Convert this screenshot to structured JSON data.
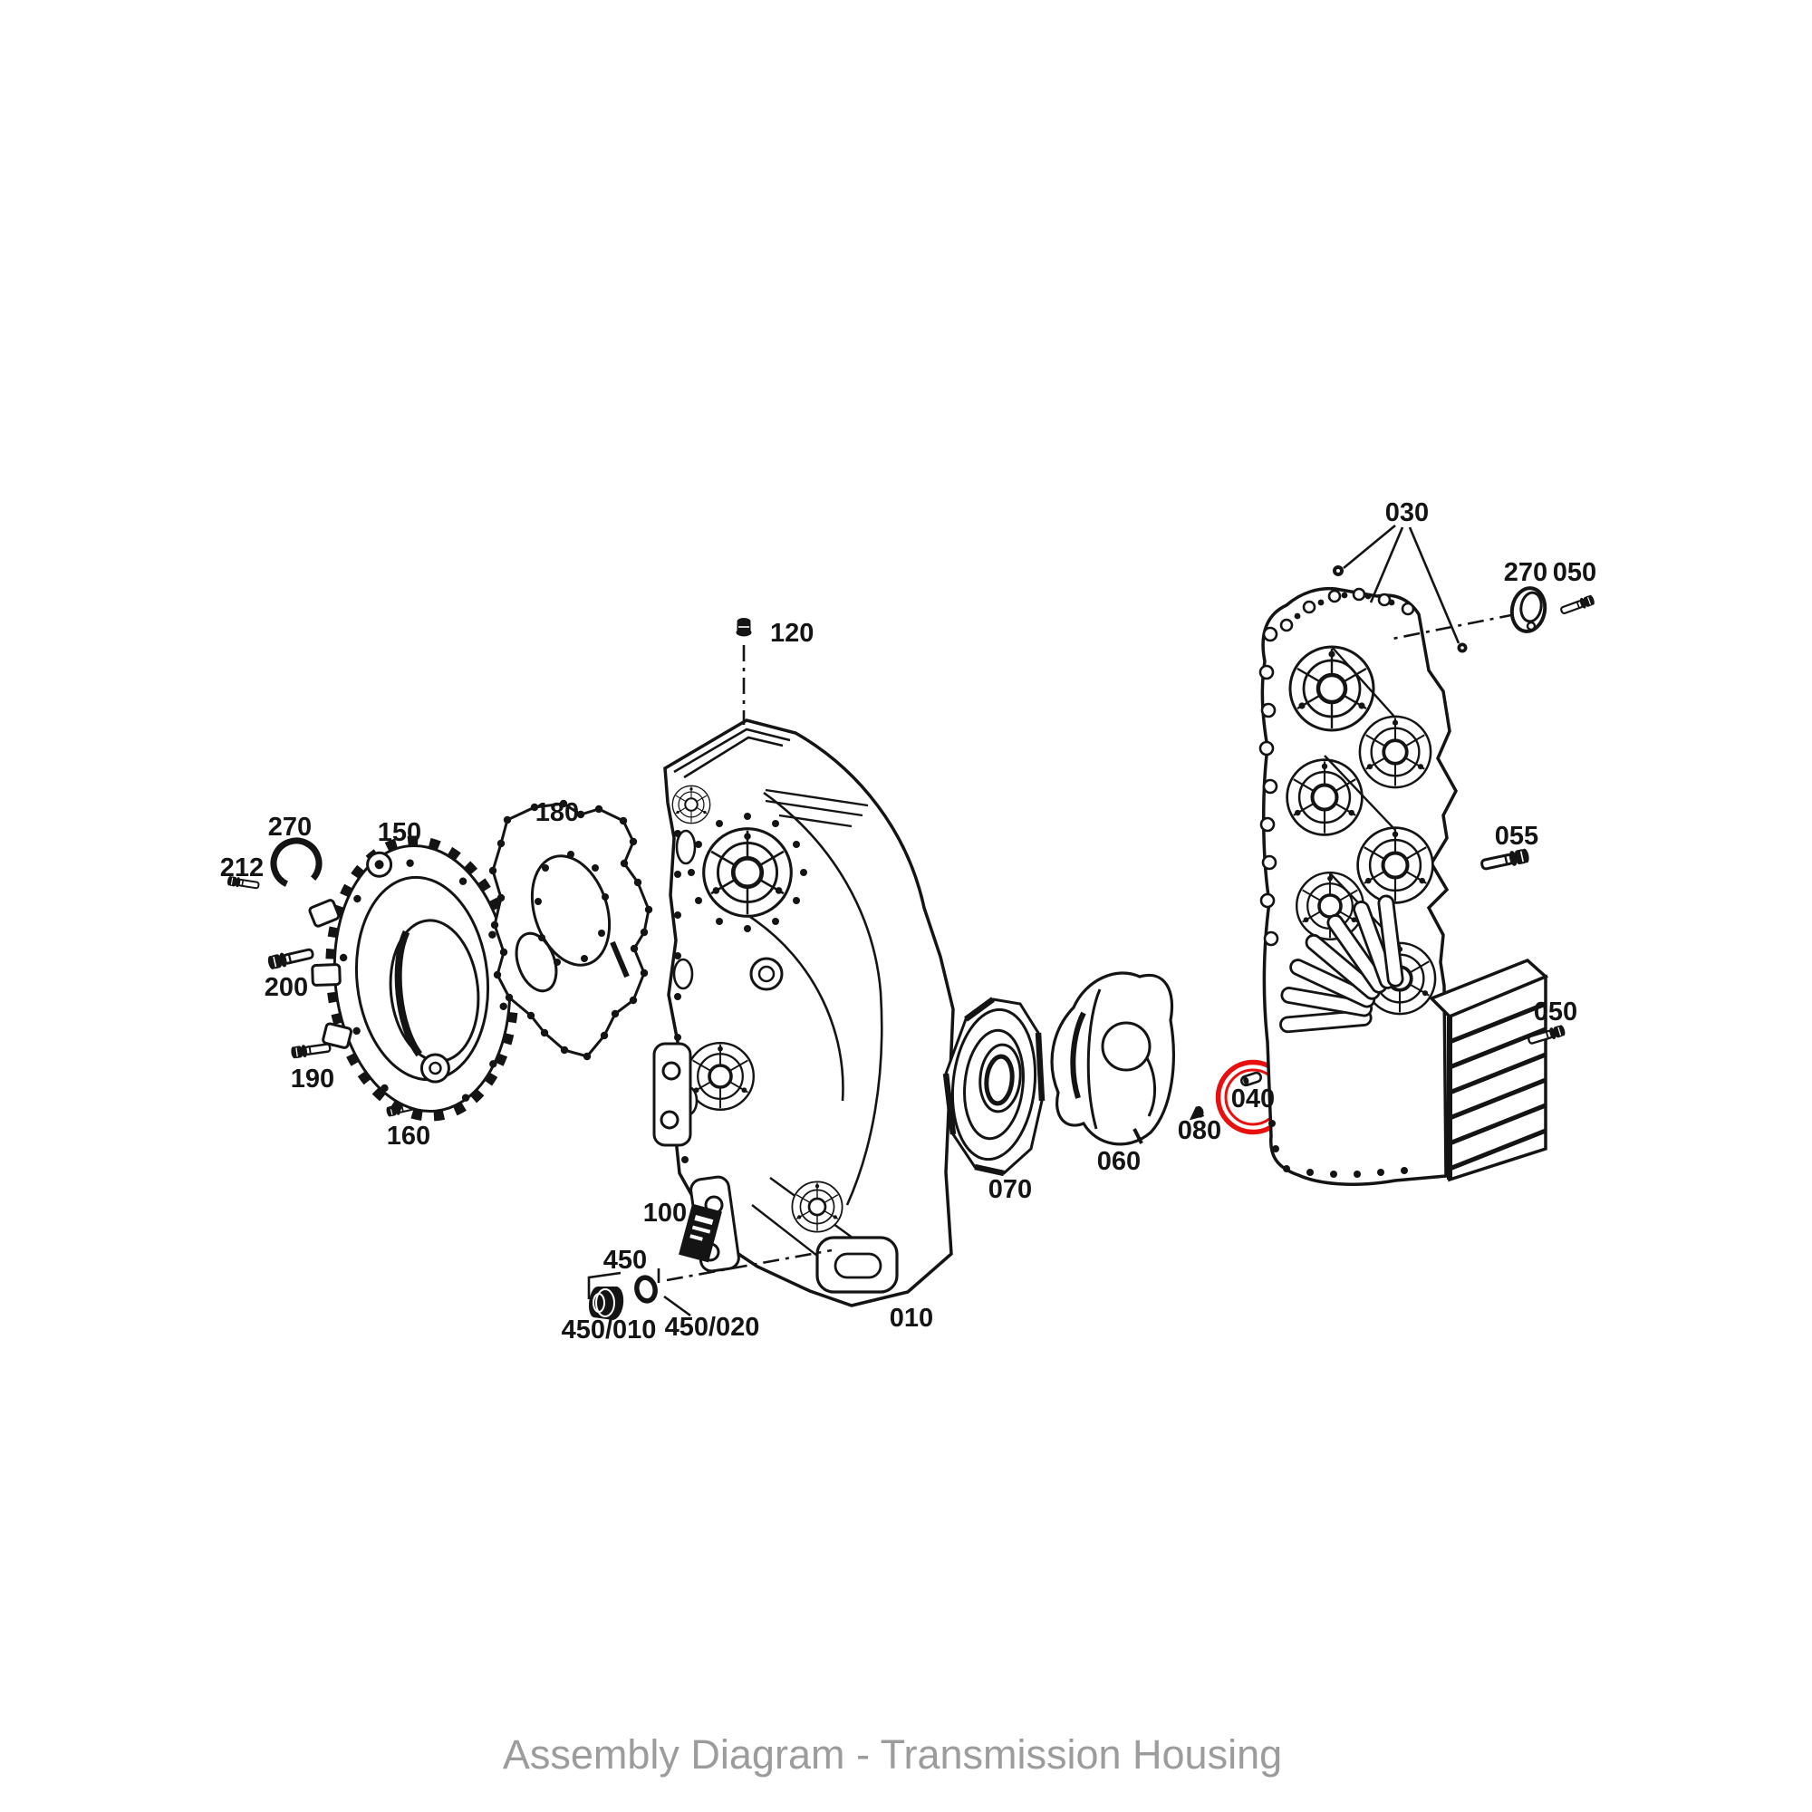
{
  "caption": "Assembly Diagram - Transmission Housing",
  "colors": {
    "line": "#141414",
    "highlight_red": "#e8100f",
    "caption_gray": "#9c9c9c",
    "background": "#ffffff"
  },
  "labels": {
    "l120": "120",
    "l180": "180",
    "l270_left": "270",
    "l150": "150",
    "l212": "212",
    "l200": "200",
    "l190": "190",
    "l160": "160",
    "l100": "100",
    "l450": "450",
    "l450_010": "450/010",
    "l450_020": "450/020",
    "l010": "010",
    "l070": "070",
    "l060": "060",
    "l080": "080",
    "l040": "040",
    "l030": "030",
    "l270_right": "270",
    "l050_top": "050",
    "l055": "055",
    "l050_bottom": "050"
  },
  "highlight": {
    "selected_part": "040"
  }
}
